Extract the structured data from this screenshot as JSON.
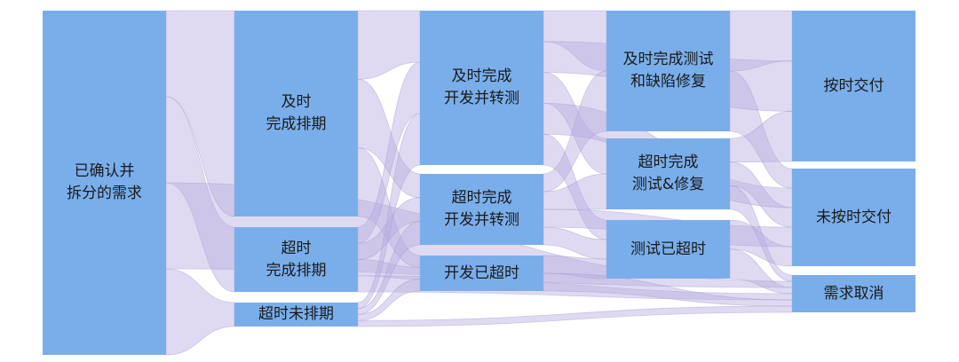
{
  "diagram": {
    "type": "sankey",
    "colors": {
      "node_fill": "#7aaeea",
      "link_fill": "#b8acdf",
      "text": "#1a1a1a"
    },
    "nodes": [
      {
        "id": "confirmed",
        "label": "已确认并\n拆分的需求",
        "column": 0
      },
      {
        "id": "sched_ontime",
        "label": "及时\n完成排期",
        "column": 1
      },
      {
        "id": "sched_late",
        "label": "超时\n完成排期",
        "column": 1
      },
      {
        "id": "sched_none",
        "label": "超时未排期",
        "column": 1
      },
      {
        "id": "dev_ontime",
        "label": "及时完成\n开发并转测",
        "column": 2
      },
      {
        "id": "dev_late",
        "label": "超时完成\n开发并转测",
        "column": 2
      },
      {
        "id": "dev_overdue",
        "label": "开发已超时",
        "column": 2
      },
      {
        "id": "test_ontime",
        "label": "及时完成测试\n和缺陷修复",
        "column": 3
      },
      {
        "id": "test_late",
        "label": "超时完成\n测试&修复",
        "column": 3
      },
      {
        "id": "test_overdue",
        "label": "测试已超时",
        "column": 3
      },
      {
        "id": "deliver_ontime",
        "label": "按时交付",
        "column": 4
      },
      {
        "id": "deliver_late",
        "label": "未按时交付",
        "column": 4
      },
      {
        "id": "cancelled",
        "label": "需求取消",
        "column": 4
      }
    ],
    "links": [
      {
        "source": "confirmed",
        "target": "sched_ontime"
      },
      {
        "source": "confirmed",
        "target": "sched_late"
      },
      {
        "source": "confirmed",
        "target": "sched_none"
      },
      {
        "source": "confirmed",
        "target": "cancelled"
      },
      {
        "source": "sched_ontime",
        "target": "dev_ontime"
      },
      {
        "source": "sched_ontime",
        "target": "dev_late"
      },
      {
        "source": "sched_ontime",
        "target": "dev_overdue"
      },
      {
        "source": "sched_late",
        "target": "dev_ontime"
      },
      {
        "source": "sched_late",
        "target": "dev_late"
      },
      {
        "source": "sched_late",
        "target": "dev_overdue"
      },
      {
        "source": "sched_late",
        "target": "cancelled"
      },
      {
        "source": "sched_none",
        "target": "dev_ontime"
      },
      {
        "source": "sched_none",
        "target": "dev_late"
      },
      {
        "source": "sched_none",
        "target": "dev_overdue"
      },
      {
        "source": "sched_none",
        "target": "cancelled"
      },
      {
        "source": "dev_ontime",
        "target": "test_ontime"
      },
      {
        "source": "dev_ontime",
        "target": "test_late"
      },
      {
        "source": "dev_ontime",
        "target": "test_overdue"
      },
      {
        "source": "dev_ontime",
        "target": "deliver_ontime"
      },
      {
        "source": "dev_ontime",
        "target": "deliver_late"
      },
      {
        "source": "dev_late",
        "target": "test_ontime"
      },
      {
        "source": "dev_late",
        "target": "test_late"
      },
      {
        "source": "dev_late",
        "target": "test_overdue"
      },
      {
        "source": "dev_late",
        "target": "deliver_late"
      },
      {
        "source": "dev_overdue",
        "target": "test_overdue"
      },
      {
        "source": "dev_overdue",
        "target": "cancelled"
      },
      {
        "source": "test_ontime",
        "target": "deliver_ontime"
      },
      {
        "source": "test_ontime",
        "target": "deliver_late"
      },
      {
        "source": "test_late",
        "target": "deliver_ontime"
      },
      {
        "source": "test_late",
        "target": "deliver_late"
      },
      {
        "source": "test_late",
        "target": "cancelled"
      },
      {
        "source": "test_overdue",
        "target": "deliver_late"
      },
      {
        "source": "test_overdue",
        "target": "cancelled"
      }
    ]
  }
}
